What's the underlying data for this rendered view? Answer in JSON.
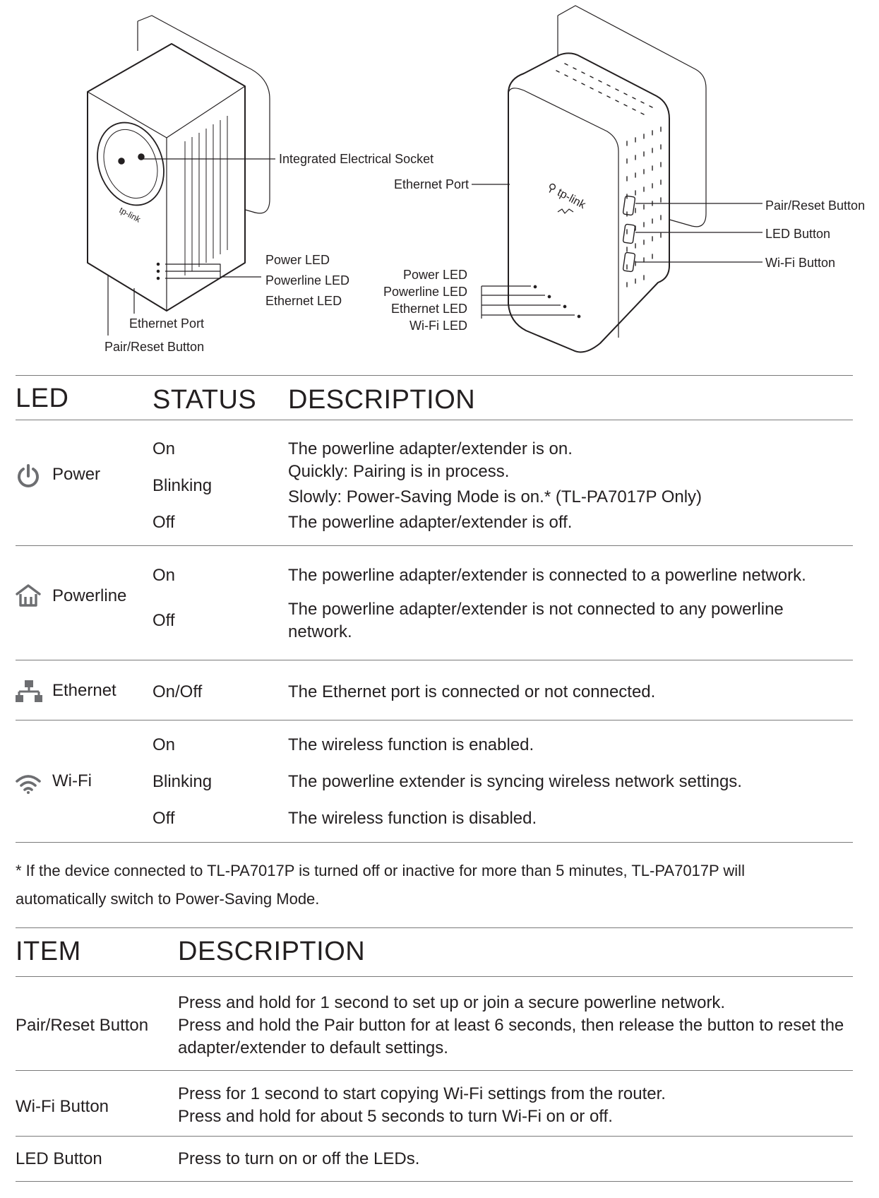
{
  "diagram": {
    "left_device": {
      "labels": {
        "socket": "Integrated Electrical Socket",
        "power_led": "Power LED",
        "powerline_led": "Powerline LED",
        "ethernet_led": "Ethernet LED",
        "ethernet_port": "Ethernet Port",
        "pair_reset": "Pair/Reset Button"
      },
      "logo": "tp-link"
    },
    "right_device": {
      "labels": {
        "ethernet_port": "Ethernet Port",
        "pair_reset": "Pair/Reset Button",
        "led_button": "LED Button",
        "wifi_button": "Wi-Fi Button",
        "power_led": "Power LED",
        "powerline_led": "Powerline LED",
        "ethernet_led": "Ethernet LED",
        "wifi_led": "Wi-Fi LED"
      },
      "logo": "tp-link"
    }
  },
  "led_table": {
    "headers": {
      "led": "LED",
      "status": "STATUS",
      "description": "DESCRIPTION"
    },
    "rows": [
      {
        "icon": "power-icon",
        "name": "Power",
        "states": [
          {
            "status": "On",
            "lines": [
              "The powerline adapter/extender is on."
            ]
          },
          {
            "status": "Blinking",
            "lines": [
              "Quickly: Pairing is in process.",
              "Slowly: Power-Saving Mode is on.* (TL-PA7017P Only)"
            ]
          },
          {
            "status": "Off",
            "lines": [
              "The powerline adapter/extender is off."
            ]
          }
        ]
      },
      {
        "icon": "powerline-house-icon",
        "name": "Powerline",
        "states": [
          {
            "status": "On",
            "lines": [
              "The powerline adapter/extender is connected to a powerline network."
            ]
          },
          {
            "status": "Off",
            "lines": [
              "The powerline adapter/extender is not connected to any powerline",
              "network."
            ]
          }
        ]
      },
      {
        "icon": "ethernet-icon",
        "name": "Ethernet",
        "states": [
          {
            "status": "On/Off",
            "lines": [
              "The Ethernet port is connected or not connected."
            ]
          }
        ]
      },
      {
        "icon": "wifi-icon",
        "name": "Wi-Fi",
        "states": [
          {
            "status": "On",
            "lines": [
              "The wireless function is enabled."
            ]
          },
          {
            "status": "Blinking",
            "lines": [
              "The powerline extender is syncing wireless network settings."
            ]
          },
          {
            "status": "Off",
            "lines": [
              "The wireless function is disabled."
            ]
          }
        ]
      }
    ]
  },
  "footnote": {
    "line1": "* If the device connected to TL-PA7017P is turned off or inactive for more than 5 minutes, TL-PA7017P will",
    "line2": "automatically switch to Power-Saving Mode."
  },
  "item_table": {
    "headers": {
      "item": "ITEM",
      "description": "DESCRIPTION"
    },
    "rows": [
      {
        "item": "Pair/Reset Button",
        "lines": [
          "Press and hold for 1 second to set up or join a secure powerline network.",
          "Press and hold the Pair button for at least 6 seconds, then release the button to reset the",
          "adapter/extender to default settings."
        ]
      },
      {
        "item": "Wi-Fi  Button",
        "lines": [
          "Press for 1 second to start copying Wi-Fi settings from the router.",
          "Press and hold for about 5 seconds to turn Wi-Fi on or off."
        ]
      },
      {
        "item": "LED Button",
        "lines": [
          "Press to turn on or off the LEDs."
        ]
      }
    ]
  },
  "colors": {
    "text": "#231f20",
    "rule": "#7a7a7a",
    "icon": "#6d6e71"
  }
}
